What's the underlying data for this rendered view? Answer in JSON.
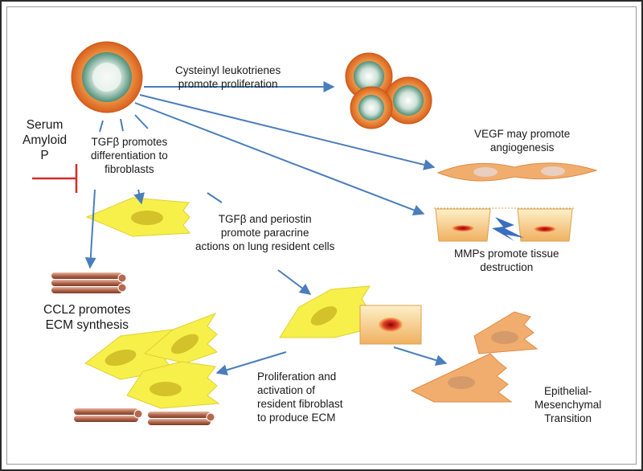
{
  "labels": {
    "cysteinyl": [
      "Cysteinyl leukotrienes",
      "promote proliferation"
    ],
    "serum": [
      "Serum",
      "Amyloid",
      "P"
    ],
    "tgfb_diff": [
      "TGFβ promotes",
      "differentiation to",
      "fibroblasts"
    ],
    "vegf": [
      "VEGF may promote",
      "angiogenesis"
    ],
    "tgfb_periostin": [
      "TGFβ and periostin",
      "promote paracrine",
      "actions on lung resident cells"
    ],
    "mmps": [
      "MMPs promote tissue",
      "destruction"
    ],
    "ccl2": [
      "CCL2 promotes",
      "ECM synthesis"
    ],
    "prolif": [
      "Proliferation and",
      "activation of",
      "resident fibroblast",
      "to produce ECM"
    ],
    "emt": [
      "Epithelial-",
      "Mesenchymal",
      "Transition"
    ]
  },
  "colors": {
    "arrow": "#4a7ebb",
    "inhibitor": "#d62b2b",
    "cell_outer": "#e8832f",
    "cell_inner": "#6aa38c",
    "fibroblast": "#f7f04a",
    "fibroblast_nucleus": "#d4c22a",
    "mesenchymal": "#f0ad6e",
    "fiber": "#c98a70"
  }
}
